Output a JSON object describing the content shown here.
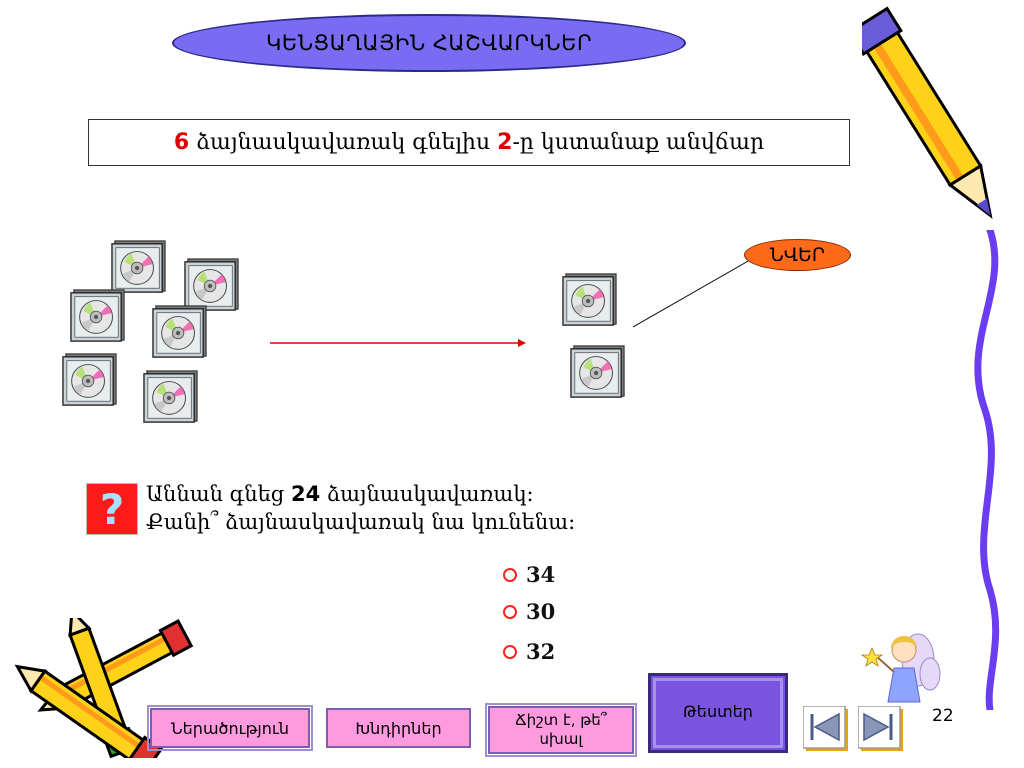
{
  "title": "ԿԵՆՑԱՂԱՅԻՆ ՀԱՇՎԱՐԿՆԵՐ",
  "statement": {
    "num1": "6",
    "text1": " ձայնասկավառակ գնելիս ",
    "num2": "2",
    "text2": "-ը կստանաք անվճար"
  },
  "gift_label": "ՆՎԵՐ",
  "question": {
    "line1_a": "Աննան գնեց ",
    "line1_num": "24",
    "line1_b": " ձայնասկավառակ:",
    "line2": "Քանի՞ ձայնասկավառակ նա կունենա:",
    "mark": "?"
  },
  "options": [
    "34",
    "30",
    "32"
  ],
  "nav": {
    "intro": "Ներածություն",
    "problems": "Խնդիրներ",
    "truefalse_line1": "Ճիշտ է, թե՞",
    "truefalse_line2": "սխալ",
    "tests": "Թեստեր"
  },
  "page_number": "22",
  "colors": {
    "accent_red": "#e00000",
    "title_fill": "#7a6cf2",
    "gift_fill": "#ff6a1a",
    "nav_pink": "#ff9adf",
    "nav_purple": "#7a54e0"
  }
}
